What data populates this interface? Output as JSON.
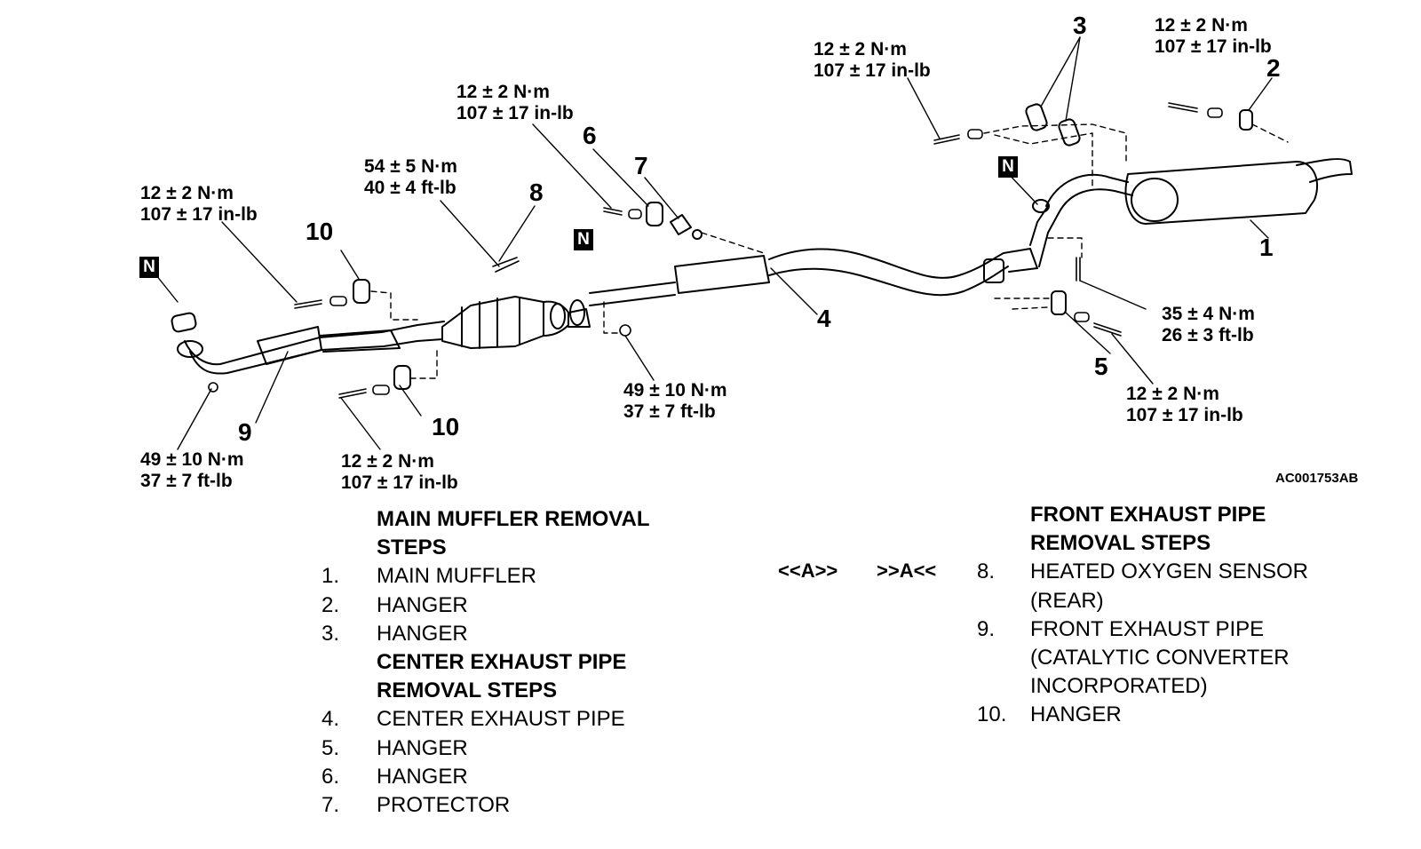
{
  "torque_labels": {
    "t_sensor_bolt": [
      "12 ± 2 N·m",
      "107 ± 17 in-lb"
    ],
    "t_front_hanger_bolt": [
      "12 ± 2 N·m",
      "107 ± 17 in-lb"
    ],
    "t_oxygen_sensor": [
      "54 ± 5 N·m",
      "40 ± 4 ft-lb"
    ],
    "t_muffler_hanger_left": [
      "12 ± 2 N·m",
      "107 ± 17 in-lb"
    ],
    "t_muffler_hanger_right": [
      "12 ± 2 N·m",
      "107 ± 17 in-lb"
    ],
    "t_front_flange_nut": [
      "49 ± 10 N·m",
      "37 ± 7 ft-lb"
    ],
    "t_lower_hanger_bolt": [
      "12 ± 2 N·m",
      "107 ± 17 in-lb"
    ],
    "t_center_flange_nut": [
      "49 ± 10 N·m",
      "37 ± 7 ft-lb"
    ],
    "t_center_joint_bolt": [
      "35 ± 4 N·m",
      "26 ± 3 ft-lb"
    ],
    "t_rear_hanger_bolt": [
      "12 ± 2 N·m",
      "107 ± 17 in-lb"
    ]
  },
  "callouts": {
    "c1": "1",
    "c2": "2",
    "c3": "3",
    "c4": "4",
    "c5": "5",
    "c6": "6",
    "c7": "7",
    "c8": "8",
    "c9": "9",
    "c10a": "10",
    "c10b": "10"
  },
  "gasket_mark": "N",
  "figure_code": "AC001753AB",
  "main_muffler": {
    "heading": [
      "MAIN MUFFLER REMOVAL",
      "STEPS"
    ],
    "steps": [
      {
        "num": "1.",
        "text": "MAIN MUFFLER"
      },
      {
        "num": "2.",
        "text": "HANGER"
      },
      {
        "num": "3.",
        "text": "HANGER"
      }
    ]
  },
  "center_pipe": {
    "heading": [
      "CENTER EXHAUST PIPE",
      "REMOVAL STEPS"
    ],
    "steps": [
      {
        "num": "4.",
        "text": "CENTER EXHAUST PIPE"
      },
      {
        "num": "5.",
        "text": "HANGER"
      },
      {
        "num": "6.",
        "text": "HANGER"
      },
      {
        "num": "7.",
        "text": "PROTECTOR"
      }
    ]
  },
  "front_pipe": {
    "heading": [
      "FRONT EXHAUST PIPE",
      "REMOVAL STEPS"
    ],
    "marker_removal": "<<A>>",
    "marker_install": ">>A<<",
    "steps": [
      {
        "num": "8.",
        "lines": [
          "HEATED OXYGEN SENSOR",
          "(REAR)"
        ]
      },
      {
        "num": "9.",
        "lines": [
          "FRONT EXHAUST PIPE",
          "(CATALYTIC CONVERTER",
          "INCORPORATED)"
        ]
      },
      {
        "num": "10.",
        "lines": [
          "HANGER"
        ]
      }
    ]
  }
}
